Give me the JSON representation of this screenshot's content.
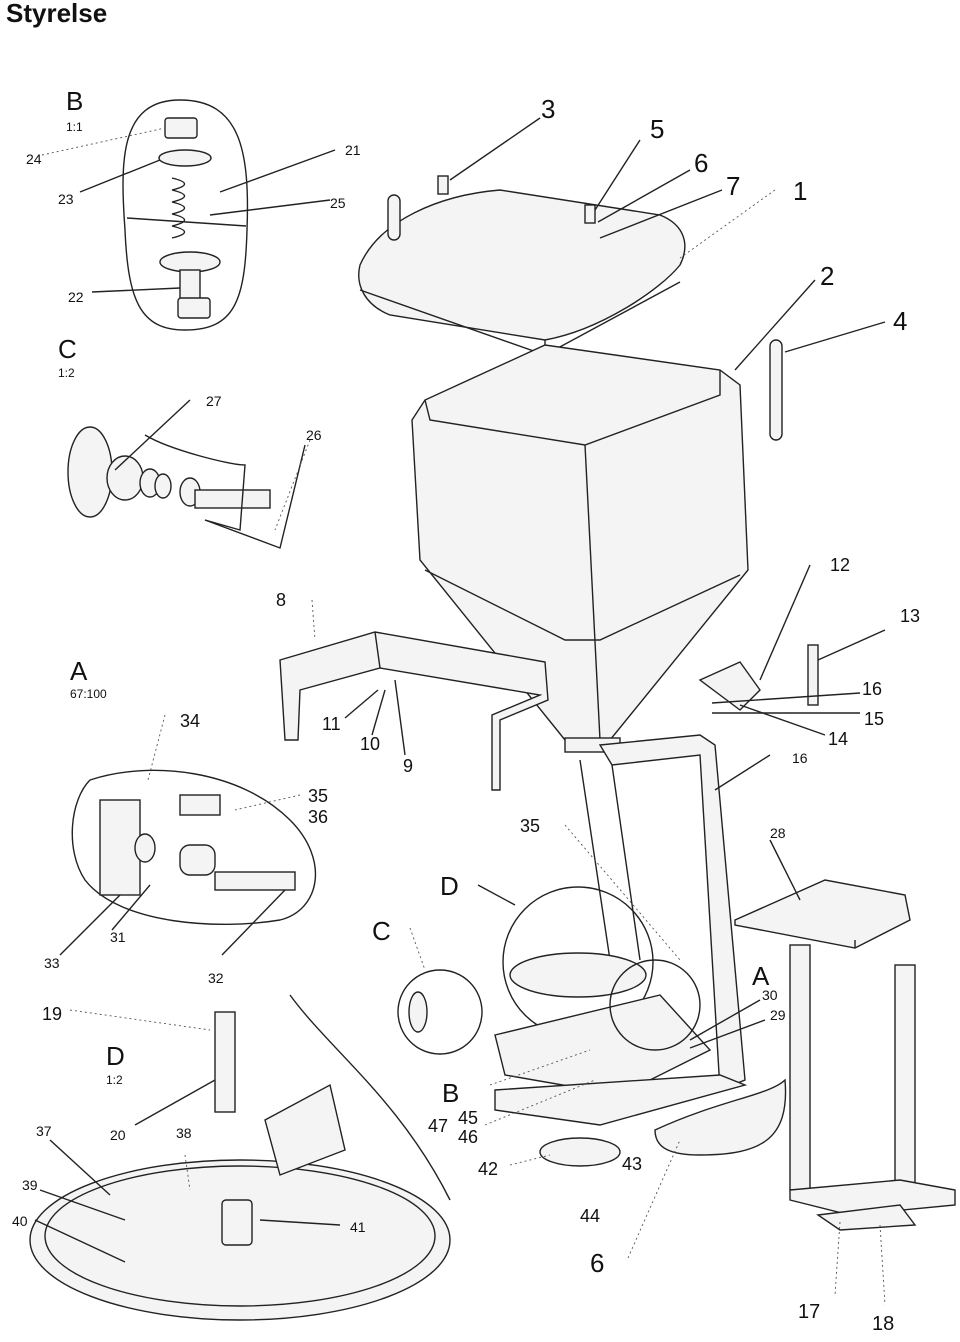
{
  "title": "Styrelse",
  "views": [
    {
      "letter": "B",
      "scale": "1:1"
    },
    {
      "letter": "C",
      "scale": "1:2"
    },
    {
      "letter": "A",
      "scale": "67:100"
    },
    {
      "letter": "D",
      "scale": "1:2"
    }
  ],
  "callout_letters": [
    "D",
    "C",
    "A",
    "B"
  ],
  "part_numbers": [
    "1",
    "2",
    "3",
    "4",
    "5",
    "6",
    "6",
    "7",
    "8",
    "9",
    "10",
    "11",
    "12",
    "13",
    "14",
    "15",
    "16",
    "16",
    "17",
    "18",
    "19",
    "20",
    "21",
    "22",
    "23",
    "24",
    "25",
    "26",
    "27",
    "28",
    "29",
    "30",
    "31",
    "32",
    "33",
    "34",
    "35",
    "35",
    "36",
    "37",
    "38",
    "39",
    "40",
    "41",
    "42",
    "43",
    "44",
    "45",
    "46",
    "47"
  ]
}
